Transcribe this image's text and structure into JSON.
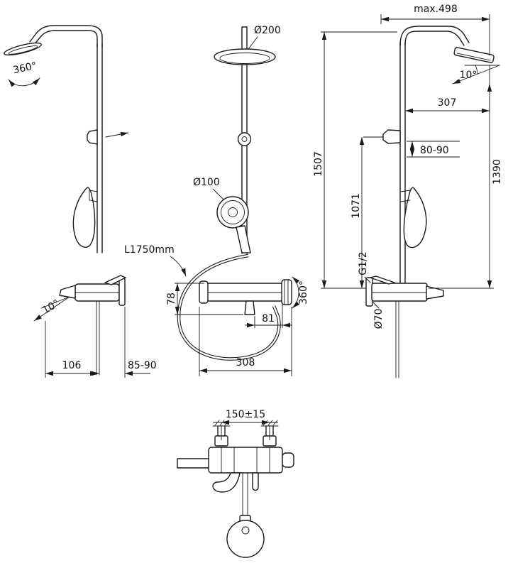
{
  "drawing": {
    "background": "#ffffff",
    "line_color": "#1a1a1a",
    "views": {
      "left_side": {
        "head_rotation": "360°",
        "spout_angle": "10°",
        "spout_reach": "106",
        "wall_distance": "85-90"
      },
      "front": {
        "head_diameter": "Ø200",
        "handshower_diameter": "Ø100",
        "hose_length": "L1750mm",
        "spout_drop": "78",
        "spout_offset": "81",
        "body_width": "308",
        "spout_rotation": "360°"
      },
      "right_side": {
        "max_reach": "max.498",
        "head_angle": "10°",
        "head_offset": "307",
        "slider_range": "80-90",
        "total_height": "1507",
        "head_height": "1390",
        "slider_height": "1071",
        "connection_thread": "G1/2",
        "escutcheon_diameter": "Ø70"
      },
      "bottom": {
        "inlet_spacing": "150±15"
      }
    }
  }
}
